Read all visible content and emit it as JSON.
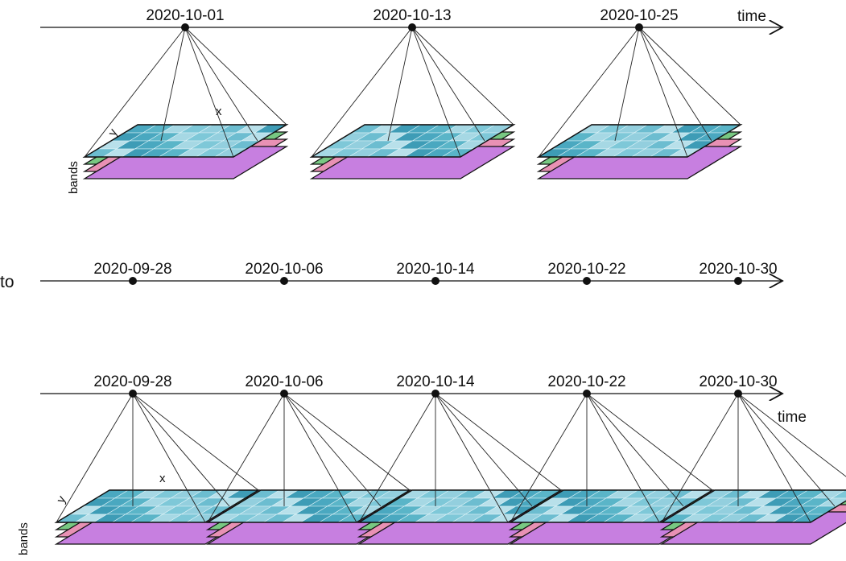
{
  "panels": [
    {
      "id": "original",
      "dates": [
        "2020-10-01",
        "2020-10-13",
        "2020-10-25"
      ],
      "time_label": "time",
      "dim_labels": {
        "x": "x",
        "y": "y",
        "bands": "bands"
      },
      "has_cubes": true
    },
    {
      "id": "target",
      "prefix": "to",
      "dates": [
        "2020-09-28",
        "2020-10-06",
        "2020-10-14",
        "2020-10-22",
        "2020-10-30"
      ],
      "has_cubes": false
    },
    {
      "id": "result",
      "dates": [
        "2020-09-28",
        "2020-10-06",
        "2020-10-14",
        "2020-10-22",
        "2020-10-30"
      ],
      "time_label": "time",
      "dim_labels": {
        "x": "x",
        "y": "y",
        "bands": "bands"
      },
      "has_cubes": true
    }
  ],
  "band_colors": [
    "#c77fe0",
    "#e891b4",
    "#78c882",
    "#9fd4e2"
  ],
  "tile_palette": [
    "#4aa8c0",
    "#7ec8d8",
    "#b8e0ea",
    "#5ab5c8",
    "#93cfde",
    "#3e9cb6",
    "#a6d8e4",
    "#6cbdd0"
  ]
}
